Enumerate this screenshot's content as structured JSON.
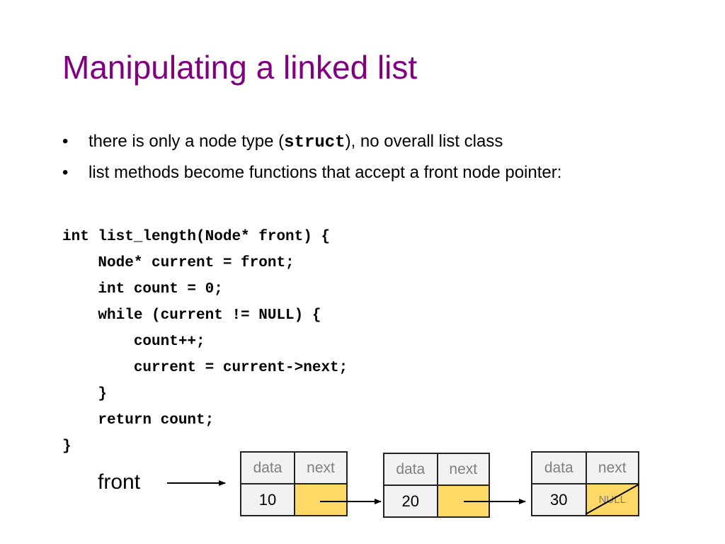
{
  "slide": {
    "title": "Manipulating a linked list",
    "bullets": [
      {
        "marker": "•",
        "before": "there is only a node type (",
        "code": "struct",
        "after": "), no overall list class"
      },
      {
        "marker": "•",
        "text": "list methods become functions that accept a front node pointer:"
      }
    ],
    "code_lines": [
      "int list_length(Node* front) {",
      "    Node* current = front;",
      "    int count = 0;",
      "    while (current != NULL) {",
      "        count++;",
      "        current = current->next;",
      "    }",
      "    return count;",
      "}"
    ]
  },
  "diagram": {
    "front_label": "front",
    "nodes": [
      {
        "data_header": "data",
        "next_header": "next",
        "value": "10",
        "next_value": ""
      },
      {
        "data_header": "data",
        "next_header": "next",
        "value": "20",
        "next_value": ""
      },
      {
        "data_header": "data",
        "next_header": "next",
        "value": "30",
        "next_value": "NULL"
      }
    ],
    "colors": {
      "title": "#800080",
      "header_bg": "#f2f2f2",
      "pointer_bg": "#ffd966",
      "header_text": "#7f7f7f"
    }
  }
}
